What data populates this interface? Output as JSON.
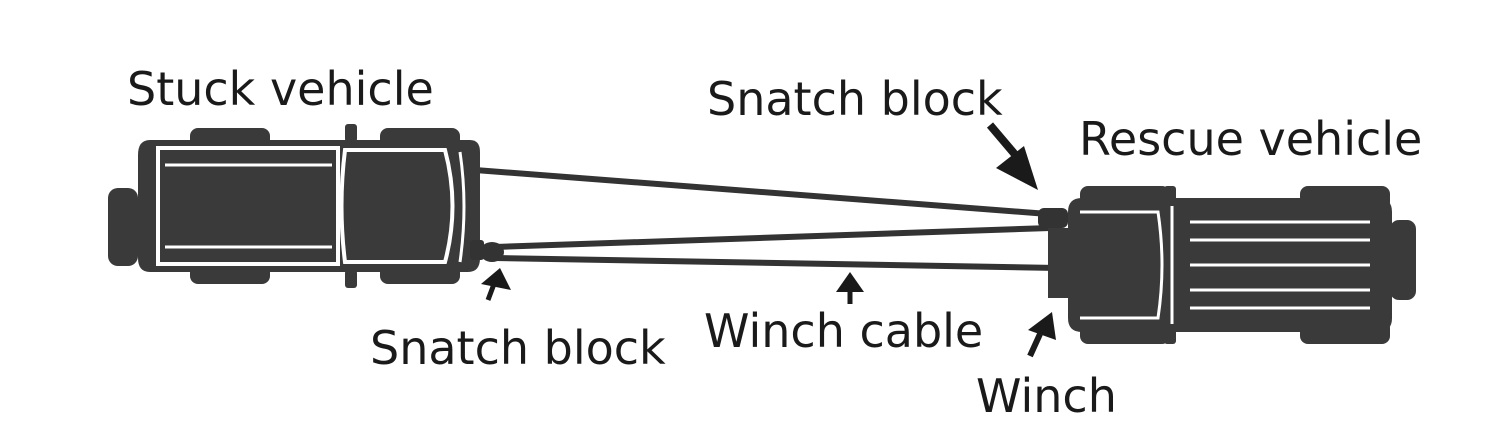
{
  "labels": {
    "stuck_vehicle": "Stuck vehicle",
    "snatch_block_top": "Snatch block",
    "rescue_vehicle": "Rescue vehicle",
    "snatch_block_bottom": "Snatch block",
    "winch_cable": "Winch cable",
    "winch": "Winch"
  },
  "colors": {
    "vehicle": "#3a3a3a",
    "cable": "#333333",
    "text": "#1a1a1a",
    "background": "#ffffff"
  }
}
